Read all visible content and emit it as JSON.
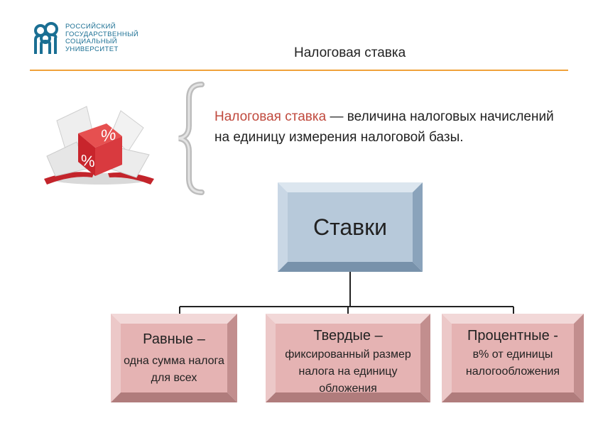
{
  "logo": {
    "lines": [
      "РОССИЙСКИЙ",
      "ГОСУДАРСТВЕННЫЙ",
      "СОЦИАЛЬНЫЙ",
      "УНИВЕРСИТЕТ"
    ]
  },
  "header": {
    "title": "Налоговая ставка"
  },
  "definition": {
    "term": "Налоговая ставка",
    "rest": " — величина налоговых начислений на  единицу измерения налоговой базы."
  },
  "diagram": {
    "root": "Ставки",
    "children": [
      {
        "head": "Равные –",
        "desc": "одна сумма налога для всех"
      },
      {
        "head": "Твердые –",
        "desc": "фиксированный размер налога на единицу обложения"
      },
      {
        "head": "Процентные -",
        "desc": "в% от единицы налогообложения"
      }
    ]
  },
  "colors": {
    "accent_rule": "#f0a23a",
    "term": "#c04a3e",
    "root_box": "#b7c9da",
    "child_box": "#e5b3b3",
    "logo": "#1a6f93"
  }
}
